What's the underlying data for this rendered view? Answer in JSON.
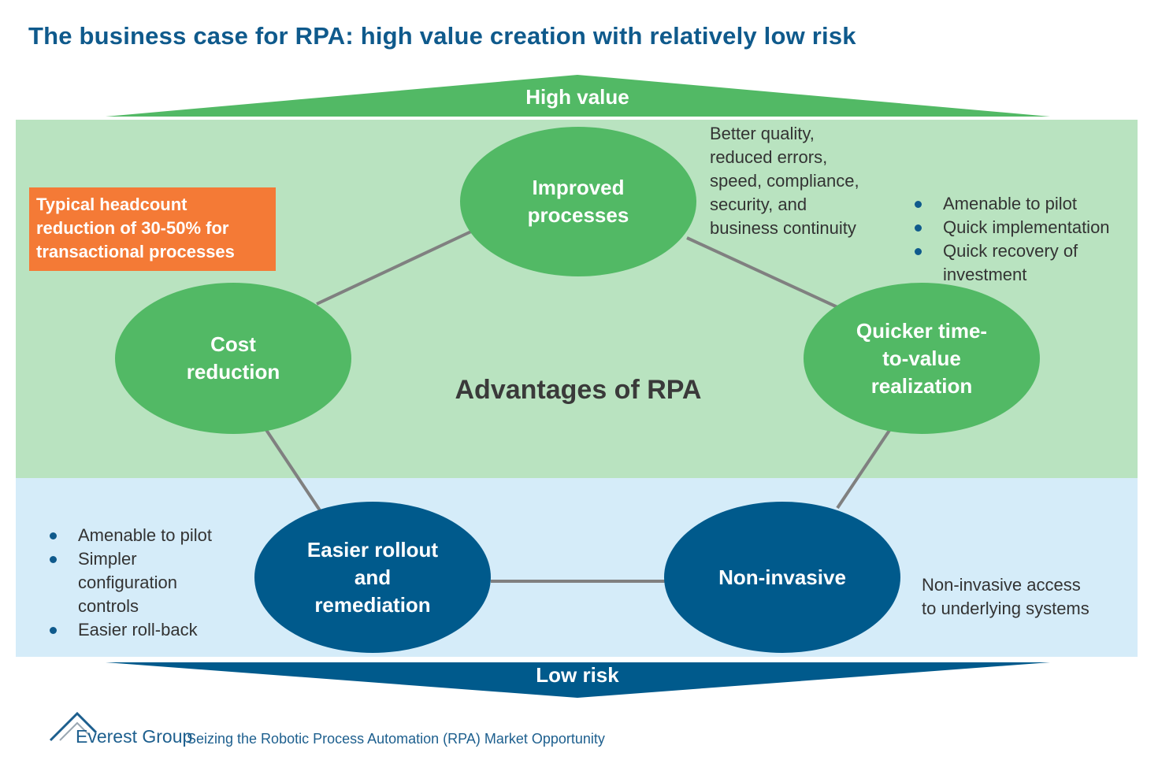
{
  "title": "The business case for RPA: high value creation with relatively low risk",
  "top_arrow_label": "High value",
  "bottom_arrow_label": "Low risk",
  "center_label": "Advantages of RPA",
  "nodes": {
    "improved": [
      "Improved",
      "processes"
    ],
    "cost": [
      "Cost",
      "reduction"
    ],
    "quicker": [
      "Quicker time-",
      "to-value",
      "realization"
    ],
    "rollout": [
      "Easier rollout",
      "and",
      "remediation"
    ],
    "noninvasive": [
      "Non-invasive"
    ]
  },
  "callout": [
    "Typical headcount",
    "reduction of 30-50% for",
    "transactional processes"
  ],
  "improved_note": [
    "Better quality,",
    "reduced errors,",
    "speed, compliance,",
    "security, and",
    "business continuity"
  ],
  "quicker_bullets": [
    "Amenable to pilot",
    "Quick implementation",
    "Quick recovery of investment"
  ],
  "rollout_bullets": [
    "Amenable to pilot",
    "Simpler configuration controls",
    "Easier roll-back"
  ],
  "noninvasive_note": [
    "Non-invasive access",
    "to underlying systems"
  ],
  "footer": {
    "brand": "Everest Group",
    "text": "Seizing the Robotic Process Automation (RPA) Market Opportunity"
  },
  "colors": {
    "title": "#0f5a8c",
    "value_zone": "#b9e3c0",
    "risk_zone": "#d5ecf9",
    "green_node": "#52b965",
    "blue_node": "#005a8c",
    "connector": "#808080",
    "callout": "#f47a36"
  }
}
